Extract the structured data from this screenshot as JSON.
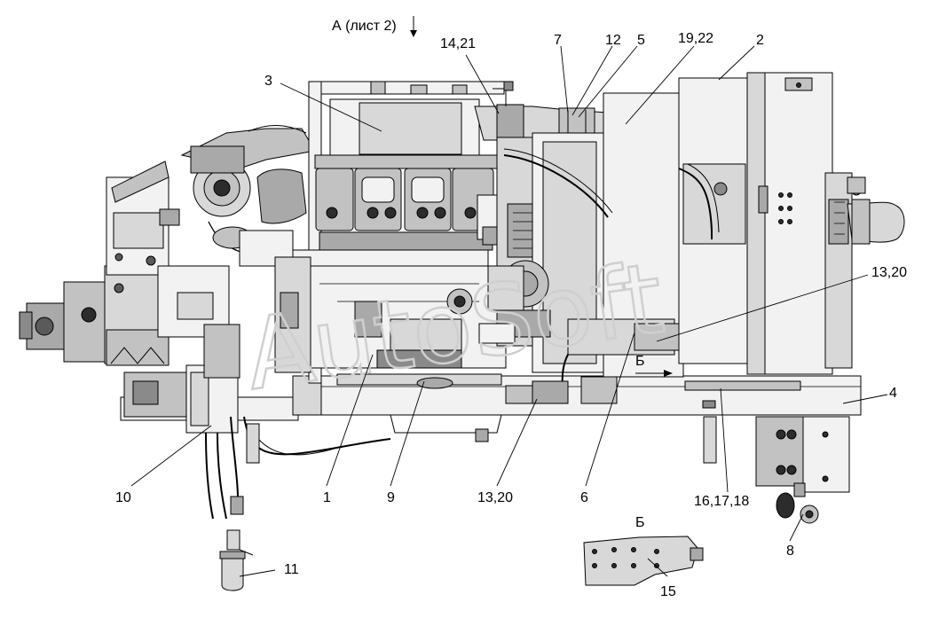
{
  "view_reference": "А (лист 2)",
  "watermark": "AutoSoft",
  "detail_view_label": "Б",
  "callouts": {
    "c1": "1",
    "c2": "2",
    "c3": "3",
    "c4": "4",
    "c5": "5",
    "c6": "6",
    "c7": "7",
    "c8": "8",
    "c9": "9",
    "c10": "10",
    "c11": "11",
    "c12": "12",
    "c13_20_right": "13,20",
    "c13_20_bottom": "13,20",
    "c14_21": "14,21",
    "c15": "15",
    "c16_17_18": "16,17,18",
    "c19_22": "19,22"
  },
  "view_arrow_label": "Б"
}
